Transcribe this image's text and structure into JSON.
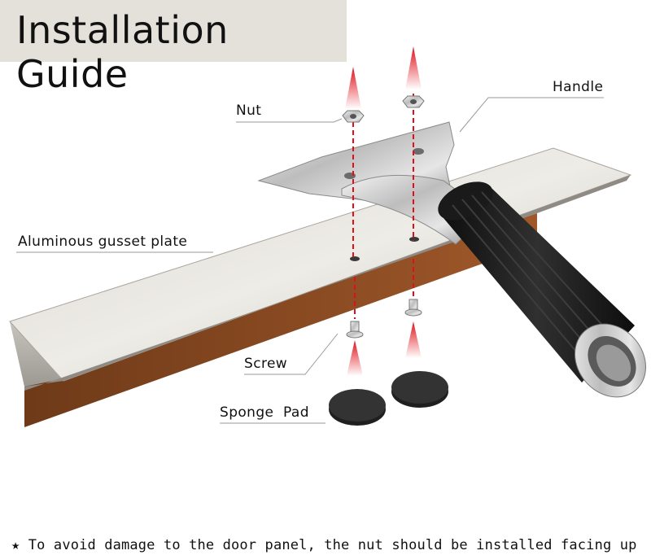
{
  "title": "Installation Guide",
  "labels": {
    "nut": "Nut",
    "handle": "Handle",
    "plate": "Aluminous gusset plate",
    "screw": "Screw",
    "pad": "Sponge  Pad"
  },
  "note": {
    "star": "★",
    "text": "To avoid damage to the door panel, the nut should be installed facing up"
  },
  "colors": {
    "arrow": "#e0101a",
    "title_bg": "#e3e1da",
    "wood": "#8a4a22",
    "handle_grip": "#1a1a1a"
  }
}
